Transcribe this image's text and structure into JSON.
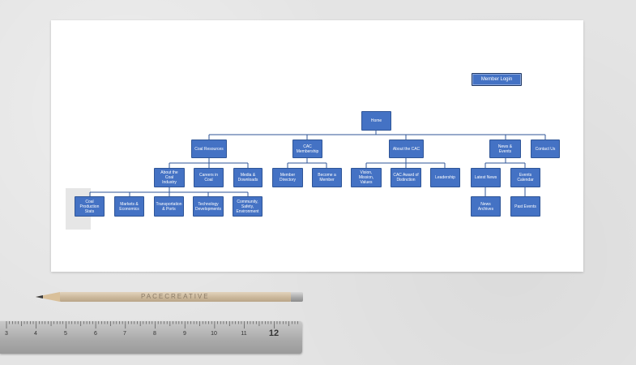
{
  "colors": {
    "node_fill": "#4472c4",
    "node_border": "#2f5597",
    "link_color": "#2f5597",
    "paper": "#ffffff",
    "background": "#e4e4e4"
  },
  "member_login": "Member Login",
  "nodes": {
    "home": "Home",
    "coal_resources": "Coal Resources",
    "cac_membership": "CAC\nMembership",
    "about_cac": "About the CAC",
    "news_events": "News & Events",
    "contact_us": "Contact Us",
    "about_coal_industry": "About the Coal\nIndustry",
    "careers_in_coal": "Careers in Coal",
    "media_downloads": "Media &\nDownloads",
    "member_directory": "Member\nDirectory",
    "become_member": "Become a\nMember",
    "vision_mission_values": "Vision, Mission,\nValues",
    "cac_award": "CAC Award of\nDistinction",
    "leadership": "Leadership",
    "latest_news": "Latest News",
    "events_calendar": "Events\nCalendar",
    "coal_production_stats": "Coal\nProduction\nStats",
    "markets_economics": "Markets &\nEconomics",
    "transportation_ports": "Transportation\n& Ports",
    "technology_developments": "Technology\nDevelopments",
    "community_safety_environment": "Community,\nSafety,\nEnvironment",
    "news_archives": "News Archives",
    "past_events": "Past Events"
  },
  "pencil_brand": "PACECREATIVE",
  "ruler_numbers": [
    "3",
    "4",
    "5",
    "6",
    "7",
    "8",
    "9",
    "10",
    "11",
    "12"
  ]
}
